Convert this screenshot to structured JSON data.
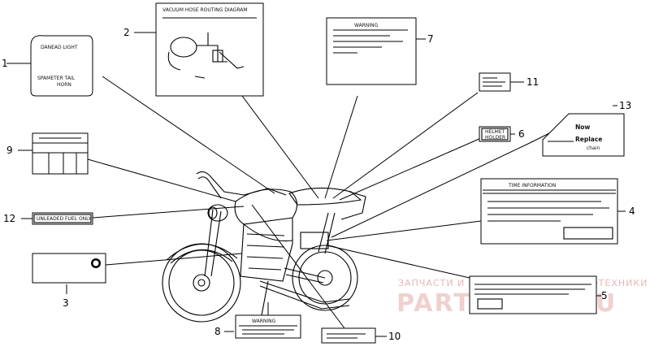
{
  "callouts": {
    "c1": "1",
    "c2": "2",
    "c3": "3",
    "c4": "4",
    "c5": "5",
    "c6": "6",
    "c7": "7",
    "c8": "8",
    "c9": "9",
    "c10": "10",
    "c11": "11",
    "c12": "12",
    "c13": "13"
  },
  "labels": {
    "l1_line1": "DANEAD LIGHT",
    "l1_line2": "SPAMETER TAIL",
    "l1_line3": "HORN",
    "l2_title": "VACUUM HOSE ROUTING DIAGRAM",
    "l7_title": "WARNING",
    "l4_title": "TIME INFORMATION",
    "l6_line1": "HELMET",
    "l6_line2": "HOLDER",
    "l12_text": "UNLEADED FUEL ONLY",
    "l8_title": "WARNING",
    "l13_now": "Now",
    "l13_replace": "Replace",
    "l13_chain": "chain"
  },
  "watermark": {
    "top": "ЗАПЧАСТИ И АКСЕССУАРЫ ДЛЯ МОТОТЕХНИКИ",
    "main": "PARTS-FOR.RU"
  },
  "colors": {
    "watermark": "#e7b7b7",
    "lines": "#000000"
  }
}
